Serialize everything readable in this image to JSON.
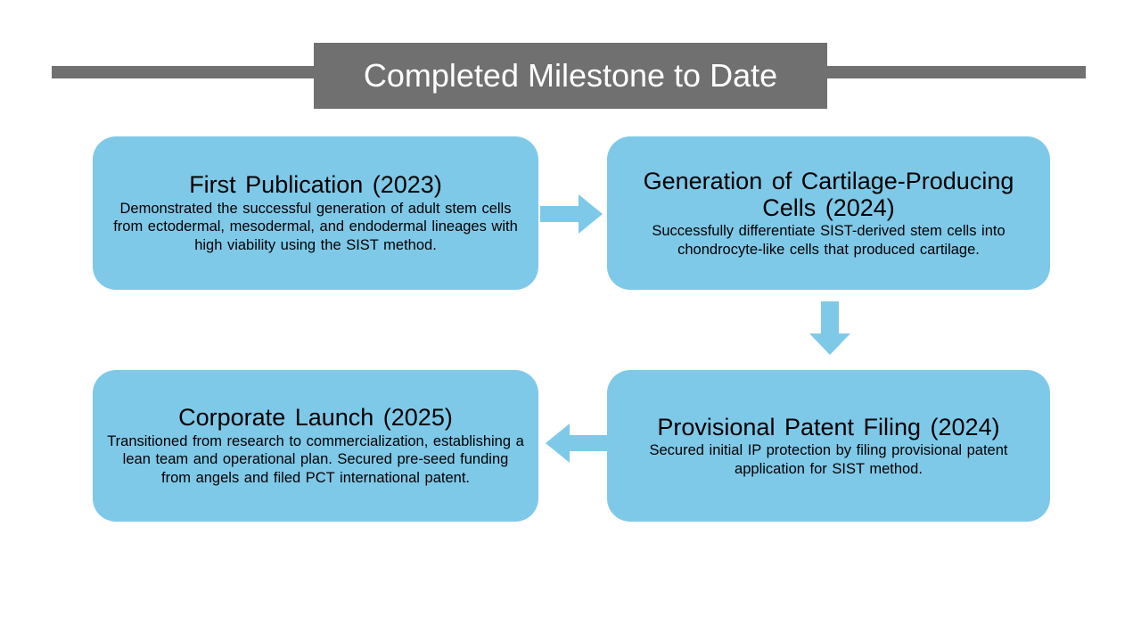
{
  "slide": {
    "title": "Completed Milestone to Date",
    "title_bar_color": "#707070",
    "box_color": "#7FC9E8",
    "title_text_color": "#FFFFFF",
    "body_text_color": "#000000",
    "background_color": "#FFFFFF"
  },
  "milestones": [
    {
      "id": "first-publication",
      "title": "First Publication (2023)",
      "body": "Demonstrated the successful generation of adult stem cells from ectodermal, mesodermal, and endodermal lineages with high viability using the SIST method.",
      "year": "2023",
      "order": 1
    },
    {
      "id": "generation-of-cartilage-producing-cells",
      "title": "Generation of Cartilage-Producing Cells (2024)",
      "body": "Successfully differentiate SIST-derived stem cells into chondrocyte-like cells that produced cartilage.",
      "year": "2024",
      "order": 2
    },
    {
      "id": "provisional-patent-filing",
      "title": "Provisional Patent Filing (2024)",
      "body": "Secured initial IP protection by filing provisional patent application for SIST method.",
      "year": "2024",
      "order": 3
    },
    {
      "id": "corporate-launch",
      "title": "Corporate Launch (2025)",
      "body": "Transitioned from research to commercialization, establishing a lean team and operational plan. Secured pre-seed funding from angels and filed PCT international patent.",
      "year": "2025",
      "order": 4
    }
  ],
  "connectors": [
    {
      "id": "arrow-right",
      "direction": "right",
      "from": "first-publication",
      "to": "generation-of-cartilage-producing-cells"
    },
    {
      "id": "arrow-down",
      "direction": "down",
      "from": "generation-of-cartilage-producing-cells",
      "to": "provisional-patent-filing"
    },
    {
      "id": "arrow-left",
      "direction": "left",
      "from": "provisional-patent-filing",
      "to": "corporate-launch"
    }
  ]
}
